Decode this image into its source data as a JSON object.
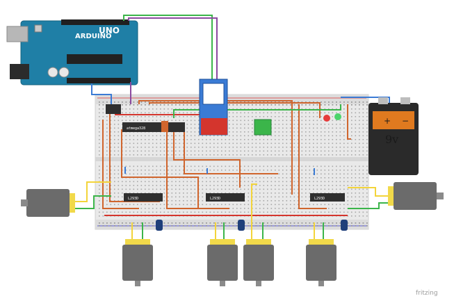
{
  "arduino": {
    "board_label": "UNO",
    "brand_label": "ARDUINO",
    "brand_color": "#1f7fa6"
  },
  "breadboard": {
    "chips": [
      {
        "label": "atmega328",
        "kind": "microcontroller"
      },
      {
        "label": "L293D",
        "kind": "motor-driver-left"
      },
      {
        "label": "L293D",
        "kind": "motor-driver-center"
      },
      {
        "label": "L293D",
        "kind": "motor-driver-right"
      }
    ]
  },
  "battery": {
    "voltage_label": "9v",
    "plus_label": "+",
    "minus_label": "−",
    "body_color": "#2a2a2a",
    "label_color": "#e07a1f"
  },
  "motors": {
    "count": 6,
    "body_color": "#6b6b6b",
    "terminal_color": "#f1d94a"
  },
  "wire_colors": {
    "orange": "#d0652d",
    "green": "#3bb54a",
    "purple": "#8b4aa0",
    "blue": "#3a7bd5",
    "yellow": "#f3d43a",
    "red": "#d4352d",
    "black": "#333333"
  },
  "watermark": "fritzing"
}
